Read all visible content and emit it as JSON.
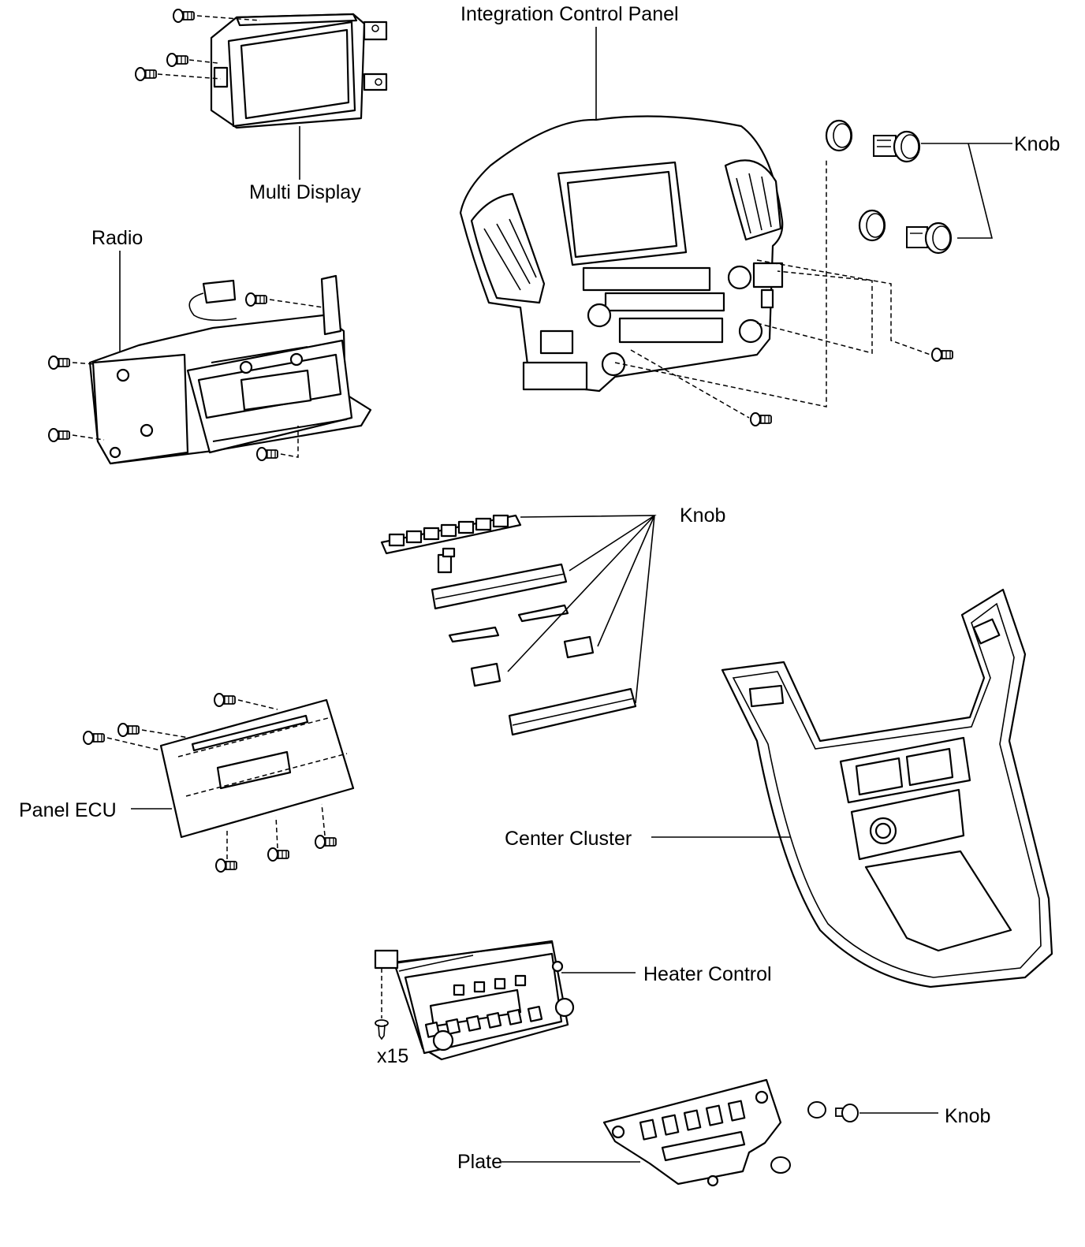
{
  "labels": {
    "integration_control_panel": "Integration Control Panel",
    "multi_display": "Multi Display",
    "radio": "Radio",
    "knob_top": "Knob",
    "knob_middle": "Knob",
    "knob_bottom": "Knob",
    "panel_ecu": "Panel ECU",
    "center_cluster": "Center Cluster",
    "heater_control": "Heater Control",
    "screw_quantity": "x15",
    "plate": "Plate"
  }
}
